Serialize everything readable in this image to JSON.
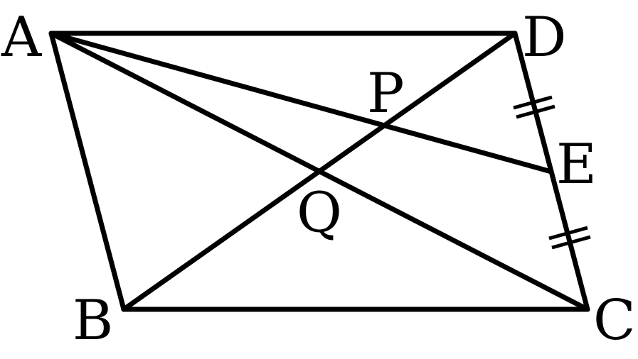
{
  "figure": {
    "labels": {
      "A": "A",
      "B": "B",
      "C": "C",
      "D": "D",
      "E": "E",
      "P": "P",
      "Q": "Q"
    }
  }
}
